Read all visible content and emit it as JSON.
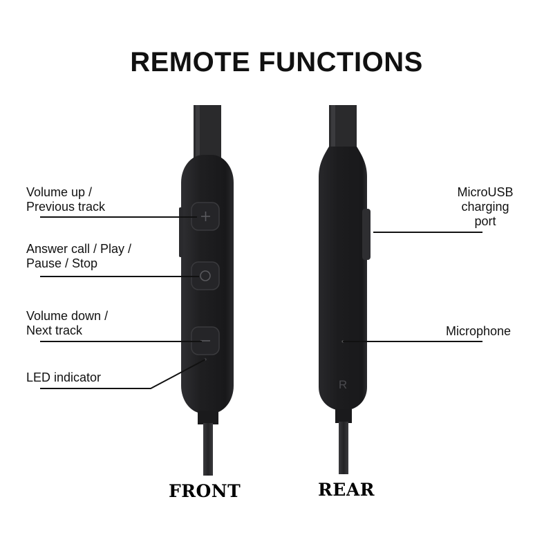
{
  "title": "REMOTE FUNCTIONS",
  "front": {
    "heading": "FRONT",
    "callouts": {
      "volume_up": "Volume up /\nPrevious track",
      "answer_call": "Answer call / Play /\nPause / Stop",
      "volume_down": "Volume down /\nNext track",
      "led": "LED indicator"
    },
    "buttons": [
      "plus-button",
      "play-pause-button",
      "minus-button"
    ]
  },
  "rear": {
    "heading": "REAR",
    "callouts": {
      "usb": "MicroUSB\ncharging\nport",
      "mic": "Microphone"
    },
    "engraving": "R"
  },
  "colors": {
    "body": "#1e1e20",
    "body_edge": "#2c2c2f",
    "cable": "#2a2a2c",
    "leader_line": "#111111"
  }
}
